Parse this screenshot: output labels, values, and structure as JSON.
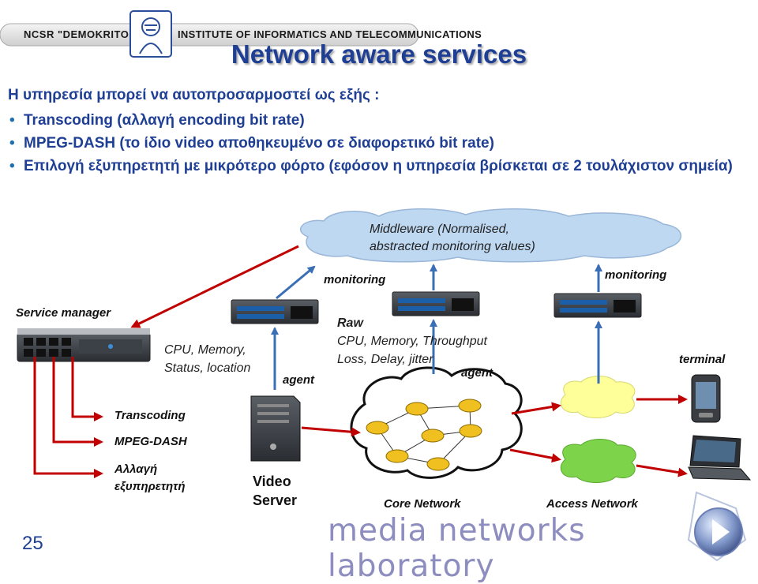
{
  "header": {
    "left_text": "NCSR \"DEMOKRITOS\"",
    "right_text": "INSTITUTE OF INFORMATICS AND TELECOMMUNICATIONS"
  },
  "slide": {
    "title": "Network aware services",
    "intro": "Η υπηρεσία μπορεί να αυτοπροσαρμοστεί ως εξής :",
    "bullets": [
      "Transcoding (αλλαγή encoding bit rate)",
      "MPEG-DASH (το ίδιο video αποθηκευμένο σε διαφορετικό bit rate)",
      "Επιλογή εξυπηρετητή με μικρότερο φόρτο (εφόσον η υπηρεσία βρίσκεται σε 2 τουλάχιστον σημεία)"
    ],
    "page_number": "25"
  },
  "diagram": {
    "middleware_line1": "Middleware (Normalised,",
    "middleware_line2": "abstracted monitoring values)",
    "monitoring_left": "monitoring",
    "monitoring_right": "monitoring",
    "service_manager": "Service manager",
    "cpu_line1": "CPU, Memory,",
    "cpu_line2": "Status, location",
    "raw_title": "Raw",
    "raw_line1": "CPU, Memory, Throughput",
    "raw_line2": "Loss, Delay, jitter",
    "agent_left": "agent",
    "agent_right": "agent",
    "terminal": "terminal",
    "transcoding": "Transcoding",
    "mpeg_dash": "MPEG-DASH",
    "server_change_line1": "Αλλαγή",
    "server_change_line2": "εξυπηρετητή",
    "video_server_line1": "Video",
    "video_server_line2": "Server",
    "core_network": "Core Network",
    "access_network": "Access Network"
  },
  "footer": {
    "lab_name": "media networks laboratory"
  },
  "colors": {
    "title": "#1f3f94",
    "arrow_blue": "#3a6fb5",
    "arrow_red": "#c00000",
    "cloud_blue": "#bfd8f2",
    "cloud_yellow": "#ffff99",
    "cloud_green": "#7dd34a",
    "router": "#f0c020"
  }
}
